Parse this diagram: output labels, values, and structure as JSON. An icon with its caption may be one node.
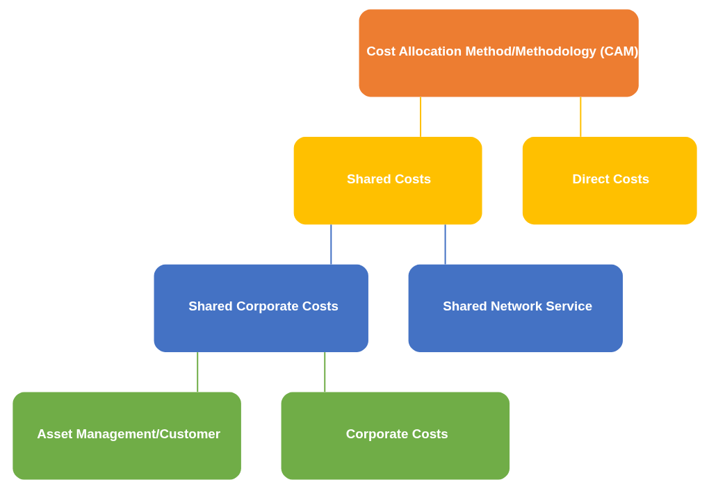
{
  "diagram": {
    "nodes": [
      {
        "text": [
          "Cost Allocation Method/Methodology (CAM)"
        ]
      },
      {
        "text": [
          "Shared Costs"
        ]
      },
      {
        "text": [
          "Direct Costs"
        ]
      },
      {
        "text": [
          "Shared Corporate Costs"
        ]
      },
      {
        "text": [
          "Shared Network Service"
        ]
      },
      {
        "text": [
          "Asset Management/Customer"
        ]
      },
      {
        "text": [
          "Corporate Costs"
        ]
      }
    ],
    "edges": [
      {
        "from": 0,
        "to": 1,
        "arrow": "none",
        "color": "#ffc000"
      },
      {
        "from": 0,
        "to": 2,
        "arrow": "none",
        "color": "#ffc000"
      },
      {
        "from": 1,
        "to": 3,
        "arrow": "none",
        "color": "#4472c4"
      },
      {
        "from": 1,
        "to": 4,
        "arrow": "none",
        "color": "#4472c4"
      },
      {
        "from": 3,
        "to": 5,
        "arrow": "none",
        "color": "#70ad47"
      },
      {
        "from": 3,
        "to": 6,
        "arrow": "none",
        "color": "#70ad47"
      }
    ]
  }
}
